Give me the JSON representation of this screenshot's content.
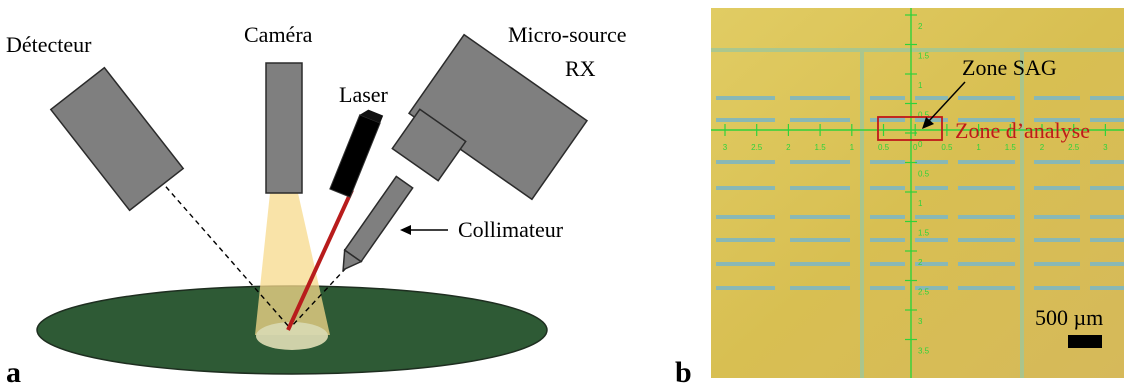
{
  "panel_a": {
    "panel_label": "a",
    "labels": {
      "detector": "Détecteur",
      "camera": "Caméra",
      "laser": "Laser",
      "microsource_line1": "Micro-source",
      "microsource_line2": "RX",
      "collimator": "Collimateur"
    },
    "colors": {
      "instrument_fill": "#7f7f7f",
      "instrument_stroke": "#2b2b2b",
      "sample_fill": "#2e5a35",
      "camera_cone": "#f7d98b",
      "laser_body": "#000000",
      "laser_beam": "#b81c1c",
      "spot": "#d8d8b0"
    }
  },
  "panel_b": {
    "panel_label": "b",
    "annotation_zone_sag": "Zone SAG",
    "annotation_zone_analysis": "Zone d’analyse",
    "scale_bar_label": "500 µm",
    "axis_ticks_x": [
      "3",
      "2.5",
      "2",
      "1.5",
      "1",
      "0.5",
      "0",
      "0.5",
      "1",
      "1.5",
      "2",
      "2.5",
      "3"
    ],
    "axis_ticks_y": [
      "2",
      "1.5",
      "1",
      "0.5",
      "0",
      "0.5",
      "1",
      "1.5",
      "2",
      "2.5",
      "3",
      "3.5"
    ],
    "colors": {
      "background": "#d9c255",
      "grid_lines": "#9fc79a",
      "stripes": "#89b8b5",
      "axis": "#2fd23a",
      "analysis_box": "#c0181a",
      "analysis_text": "#c0181a",
      "scale_bar": "#000000"
    }
  }
}
